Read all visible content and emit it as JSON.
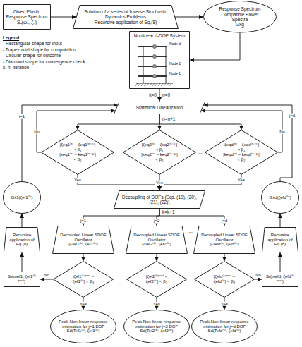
{
  "diagram": {
    "nodes": [
      {
        "text": [
          "Given Elastic Response Spectrum",
          "Sₐ(ωₙ, ζₙ)"
        ]
      },
      {
        "text": [
          "Solution of a series of Inverse Stochastic Dynamics Problems",
          "Recursive application of Eq.(8)"
        ]
      },
      {
        "text": [
          "Response Spectrum Compatible Power Spectra",
          "Gẍg"
        ]
      },
      {
        "text": [
          "Nonlinear d-DOF System"
        ]
      },
      {
        "text": [
          "Statistical Linearization"
        ]
      },
      {
        "text": [
          "|ζeq1⁽ⁿ⁾ − ζeq1⁽ⁿ⁻¹⁾| < β₁",
          "|keq1⁽ⁿ⁾ − keq1⁽ⁿ⁻¹⁾| < β₂"
        ]
      },
      {
        "text": [
          "|ζeq2⁽ⁿ⁾ − ζeq2⁽ⁿ⁻¹⁾| < β₁",
          "|keq2⁽ⁿ⁾ − keq2⁽ⁿ⁻¹⁾| < β₂"
        ]
      },
      {
        "text": [
          "|ζeqd⁽ⁿ⁾ − ζeqd⁽ⁿ⁻¹⁾| < β₁",
          "|keqd⁽ⁿ⁾ − keqd⁽ⁿ⁻¹⁾| < β₂"
        ]
      },
      {
        "text": [
          "Decoupling of DOFs (Eqs. (19), (20), (21), (22))"
        ]
      },
      {
        "text": [
          "Decoupled Linear SDOF Oscillator",
          "(ωef1⁽ᵏ⁾, ζef1⁽ᵏ⁾)"
        ]
      },
      {
        "text": [
          "Decoupled Linear SDOF Oscillator",
          "(ωef2⁽ᵏ⁾, ζef2⁽ᵏ⁾)"
        ]
      },
      {
        "text": [
          "Decoupled Linear SDOF Oscillator",
          "(ωefd⁽ᵏ⁾, ζefd⁽ᵏ⁾)"
        ]
      },
      {
        "text": [
          "|ζef1⁽ᵏ⁾ᵖᵒˢᵗ − ζef1⁽ᵏ⁾| < β₃"
        ]
      },
      {
        "text": [
          "|ζef2⁽ᵏ⁾ᵖᵒˢᵗ − ζef2⁽ᵏ⁾| < β₃"
        ]
      },
      {
        "text": [
          "|ζefd⁽ᵏ⁾ᵖᵒˢᵗ − ζefd⁽ᵏ⁾| < β₃"
        ]
      },
      {
        "text": [
          "Peak Non-linear response estimation for j=1 DOF",
          "Sd(Tef1⁽ᵏ⁾, ζef1⁽ᵏ⁾)"
        ]
      },
      {
        "text": [
          "Peak Non-linear response estimation for j=2 DOF",
          "Sd(Tef2⁽ᵏ⁾, ζef2⁽ᵏ⁾)"
        ]
      },
      {
        "text": [
          "Peak Non-linear response estimation for j=d DOF",
          "Sd(Tefd⁽ᵏ⁾, ζefd⁽ᵏ⁾)"
        ]
      },
      {
        "text": [
          "Gẍ1(ζef1⁽ᵏ⁾)"
        ]
      },
      {
        "text": [
          "Recursive application of Eq.(8)"
        ]
      },
      {
        "text": [
          "Sₐ(ωef1, ζef1⁽ᵏ⁾ᵖᵒˢᵗ)"
        ]
      },
      {
        "text": [
          "Gẍd(ζefd⁽ᵏ⁾)"
        ]
      },
      {
        "text": [
          "Recursive application of Eq.(8)"
        ]
      },
      {
        "text": [
          "Sₐ(ωefd, ζefd⁽ᵏ⁾ᵖᵒˢᵗ)"
        ]
      }
    ],
    "edges": [
      {
        "from": 0,
        "to": 1,
        "arrow": "to"
      },
      {
        "from": 1,
        "to": 2,
        "arrow": "to"
      },
      {
        "from": 2,
        "to": 3,
        "arrow": "to"
      },
      {
        "from": 3,
        "to": 4,
        "arrow": "to"
      },
      {
        "from": 4,
        "to": 5,
        "arrow": "to"
      },
      {
        "from": 4,
        "to": 6,
        "arrow": "to"
      },
      {
        "from": 4,
        "to": 7,
        "arrow": "to"
      },
      {
        "from": 5,
        "to": 4,
        "label": "No",
        "arrow": "to"
      },
      {
        "from": 7,
        "to": 4,
        "label": "No",
        "arrow": "to"
      },
      {
        "from": 5,
        "to": 8,
        "label": "Yes",
        "arrow": "to"
      },
      {
        "from": 6,
        "to": 8,
        "label": "Yes",
        "arrow": "to"
      },
      {
        "from": 7,
        "to": 8,
        "label": "Yes",
        "arrow": "to"
      },
      {
        "from": 8,
        "to": 9,
        "label": "j=1",
        "arrow": "to"
      },
      {
        "from": 8,
        "to": 10,
        "label": "j=2",
        "arrow": "to"
      },
      {
        "from": 8,
        "to": 11,
        "label": "j=d",
        "arrow": "to"
      },
      {
        "from": 9,
        "to": 12,
        "arrow": "to"
      },
      {
        "from": 10,
        "to": 13,
        "arrow": "to"
      },
      {
        "from": 11,
        "to": 14,
        "arrow": "to"
      },
      {
        "from": 12,
        "to": 15,
        "label": "Yes",
        "arrow": "to"
      },
      {
        "from": 13,
        "to": 16,
        "label": "Yes",
        "arrow": "to"
      },
      {
        "from": 14,
        "to": 17,
        "label": "Yes",
        "arrow": "to"
      },
      {
        "from": 12,
        "to": 20,
        "label": "No",
        "arrow": "to"
      },
      {
        "from": 20,
        "to": 19,
        "arrow": "to"
      },
      {
        "from": 19,
        "to": 18,
        "arrow": "to"
      },
      {
        "from": 18,
        "to": 4,
        "label": "j=1",
        "arrow": "to"
      },
      {
        "from": 14,
        "to": 23,
        "label": "No",
        "arrow": "to"
      },
      {
        "from": 23,
        "to": 22,
        "arrow": "to"
      },
      {
        "from": 22,
        "to": 21,
        "arrow": "to"
      },
      {
        "from": 21,
        "to": 4,
        "label": "j=d",
        "arrow": "to"
      }
    ],
    "labels": [
      "Legend",
      "Node d",
      "Node 2",
      "Node 1",
      "k=0",
      "n=0",
      "n=n+1",
      "...",
      "k=k+1",
      "..."
    ],
    "legend": [
      {
        "text": "- Rectangular shape for input"
      },
      {
        "text": "- Trapezoidal shape for computation"
      },
      {
        "text": "- Circular shape for outcome"
      },
      {
        "text": "- Diamond shape for convergence check"
      },
      {
        "text": "k, n: iteration"
      }
    ]
  }
}
